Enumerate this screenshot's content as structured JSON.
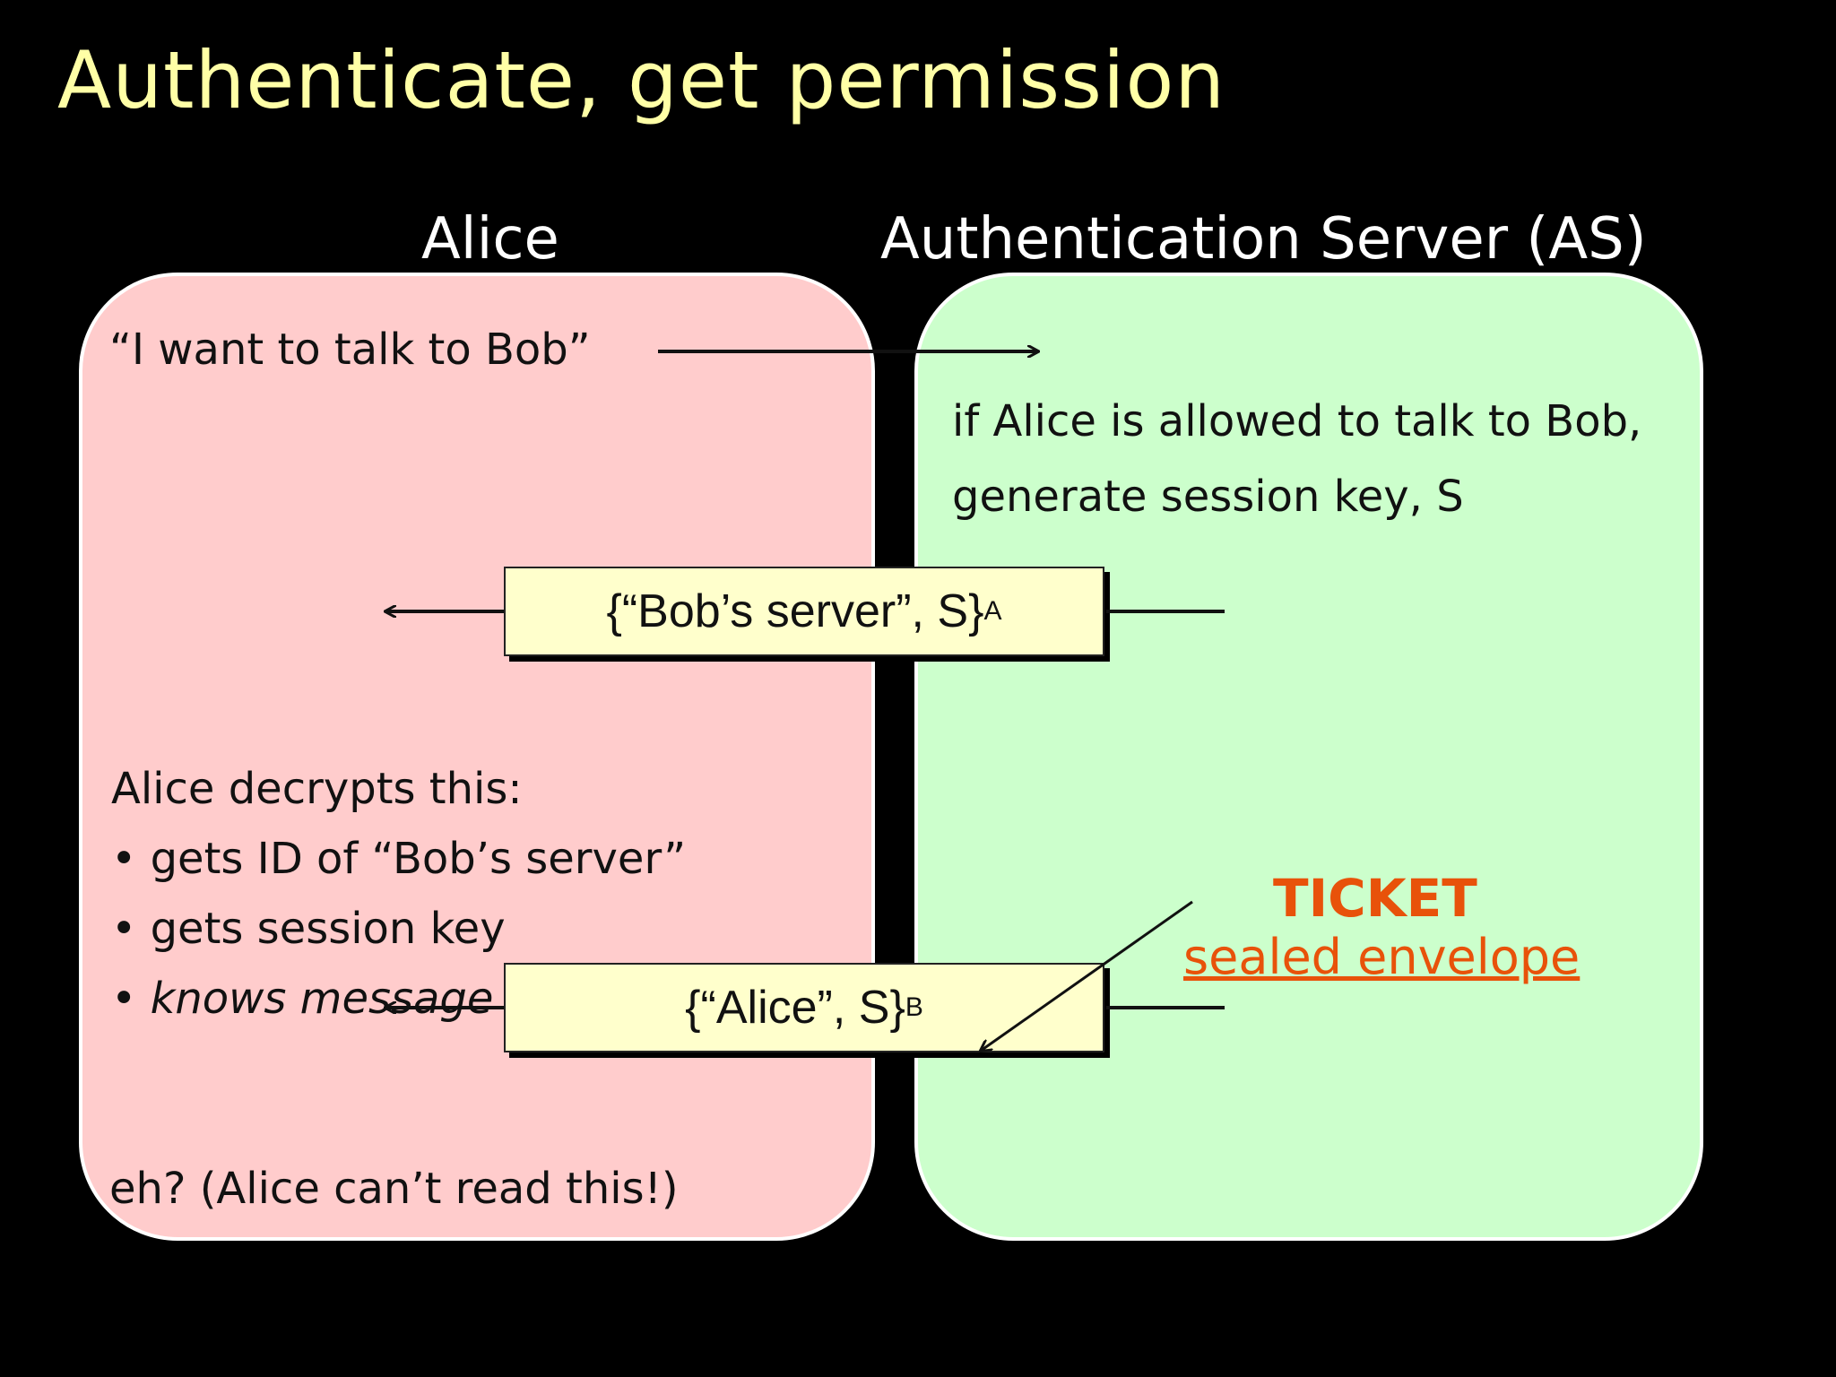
{
  "slide": {
    "title": "Authenticate, get permission"
  },
  "alice": {
    "header": "Alice",
    "request": "“I want to talk to Bob”",
    "decrypts_heading": "Alice decrypts this:",
    "bullets": [
      "• gets ID of “Bob’s server”",
      "• gets session key",
      "• knows message c"
    ],
    "cant_read": "eh? (Alice can’t read this!)"
  },
  "server": {
    "header": "Authentication Server (AS)",
    "line1": "if Alice is allowed to talk to Bob,",
    "line2": "generate session key, S"
  },
  "messages": {
    "msg1_text": "{“Bob’s server”, S}",
    "msg1_sub": "A",
    "msg2_text": "{“Alice”, S}",
    "msg2_sub": "B"
  },
  "ticket": {
    "title": "TICKET",
    "subtitle": "sealed envelope"
  },
  "colors": {
    "title": "#ffffa6",
    "alice_panel": "#ffcccc",
    "server_panel": "#ccffcc",
    "message_box": "#ffffcc",
    "ticket": "#e8520a"
  }
}
